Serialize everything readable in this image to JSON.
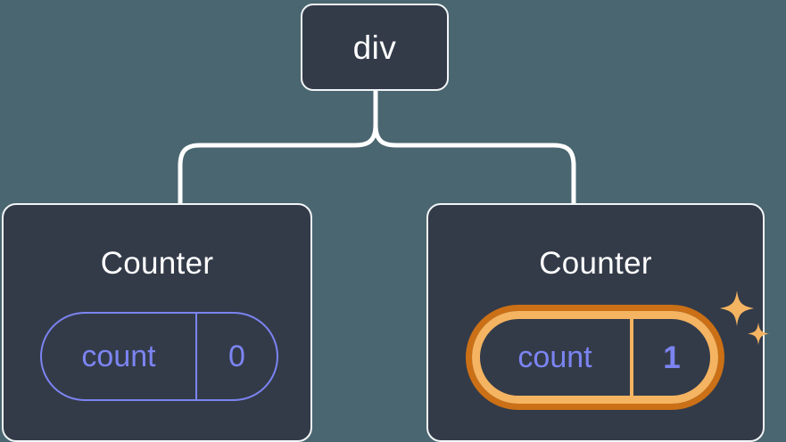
{
  "diagram": {
    "type": "component-tree",
    "title": "React component tree with highlighted state update",
    "background_color": "#4a6670",
    "node_fill_color": "#333b49",
    "node_border_color": "#f2f5f7",
    "connector_color": "#ffffff",
    "state_color": "#7c84f2",
    "highlight_outer_color": "#cb7016",
    "highlight_inner_color": "#f5b461"
  },
  "root": {
    "label": "div"
  },
  "children": [
    {
      "title": "Counter",
      "state": {
        "key": "count",
        "value": "0"
      },
      "highlighted": false,
      "sparkles": false
    },
    {
      "title": "Counter",
      "state": {
        "key": "count",
        "value": "1"
      },
      "highlighted": true,
      "sparkles": true
    }
  ]
}
